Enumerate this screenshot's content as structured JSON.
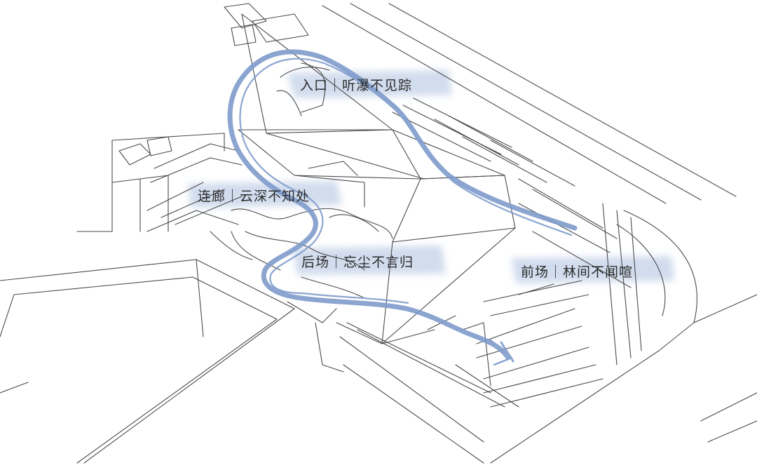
{
  "diagram": {
    "labels": {
      "entrance": "入口｜听瀑不见踪",
      "corridor": "连廊｜云深不知处",
      "backyard": "后场｜忘尘不言归",
      "forecourt": "前场｜林间不闻喧"
    },
    "colors": {
      "sketch_line": "#4a4a4a",
      "path_stroke": "#7f9ccc",
      "label_wash": "#c9d6ea",
      "background": "#ffffff"
    }
  }
}
